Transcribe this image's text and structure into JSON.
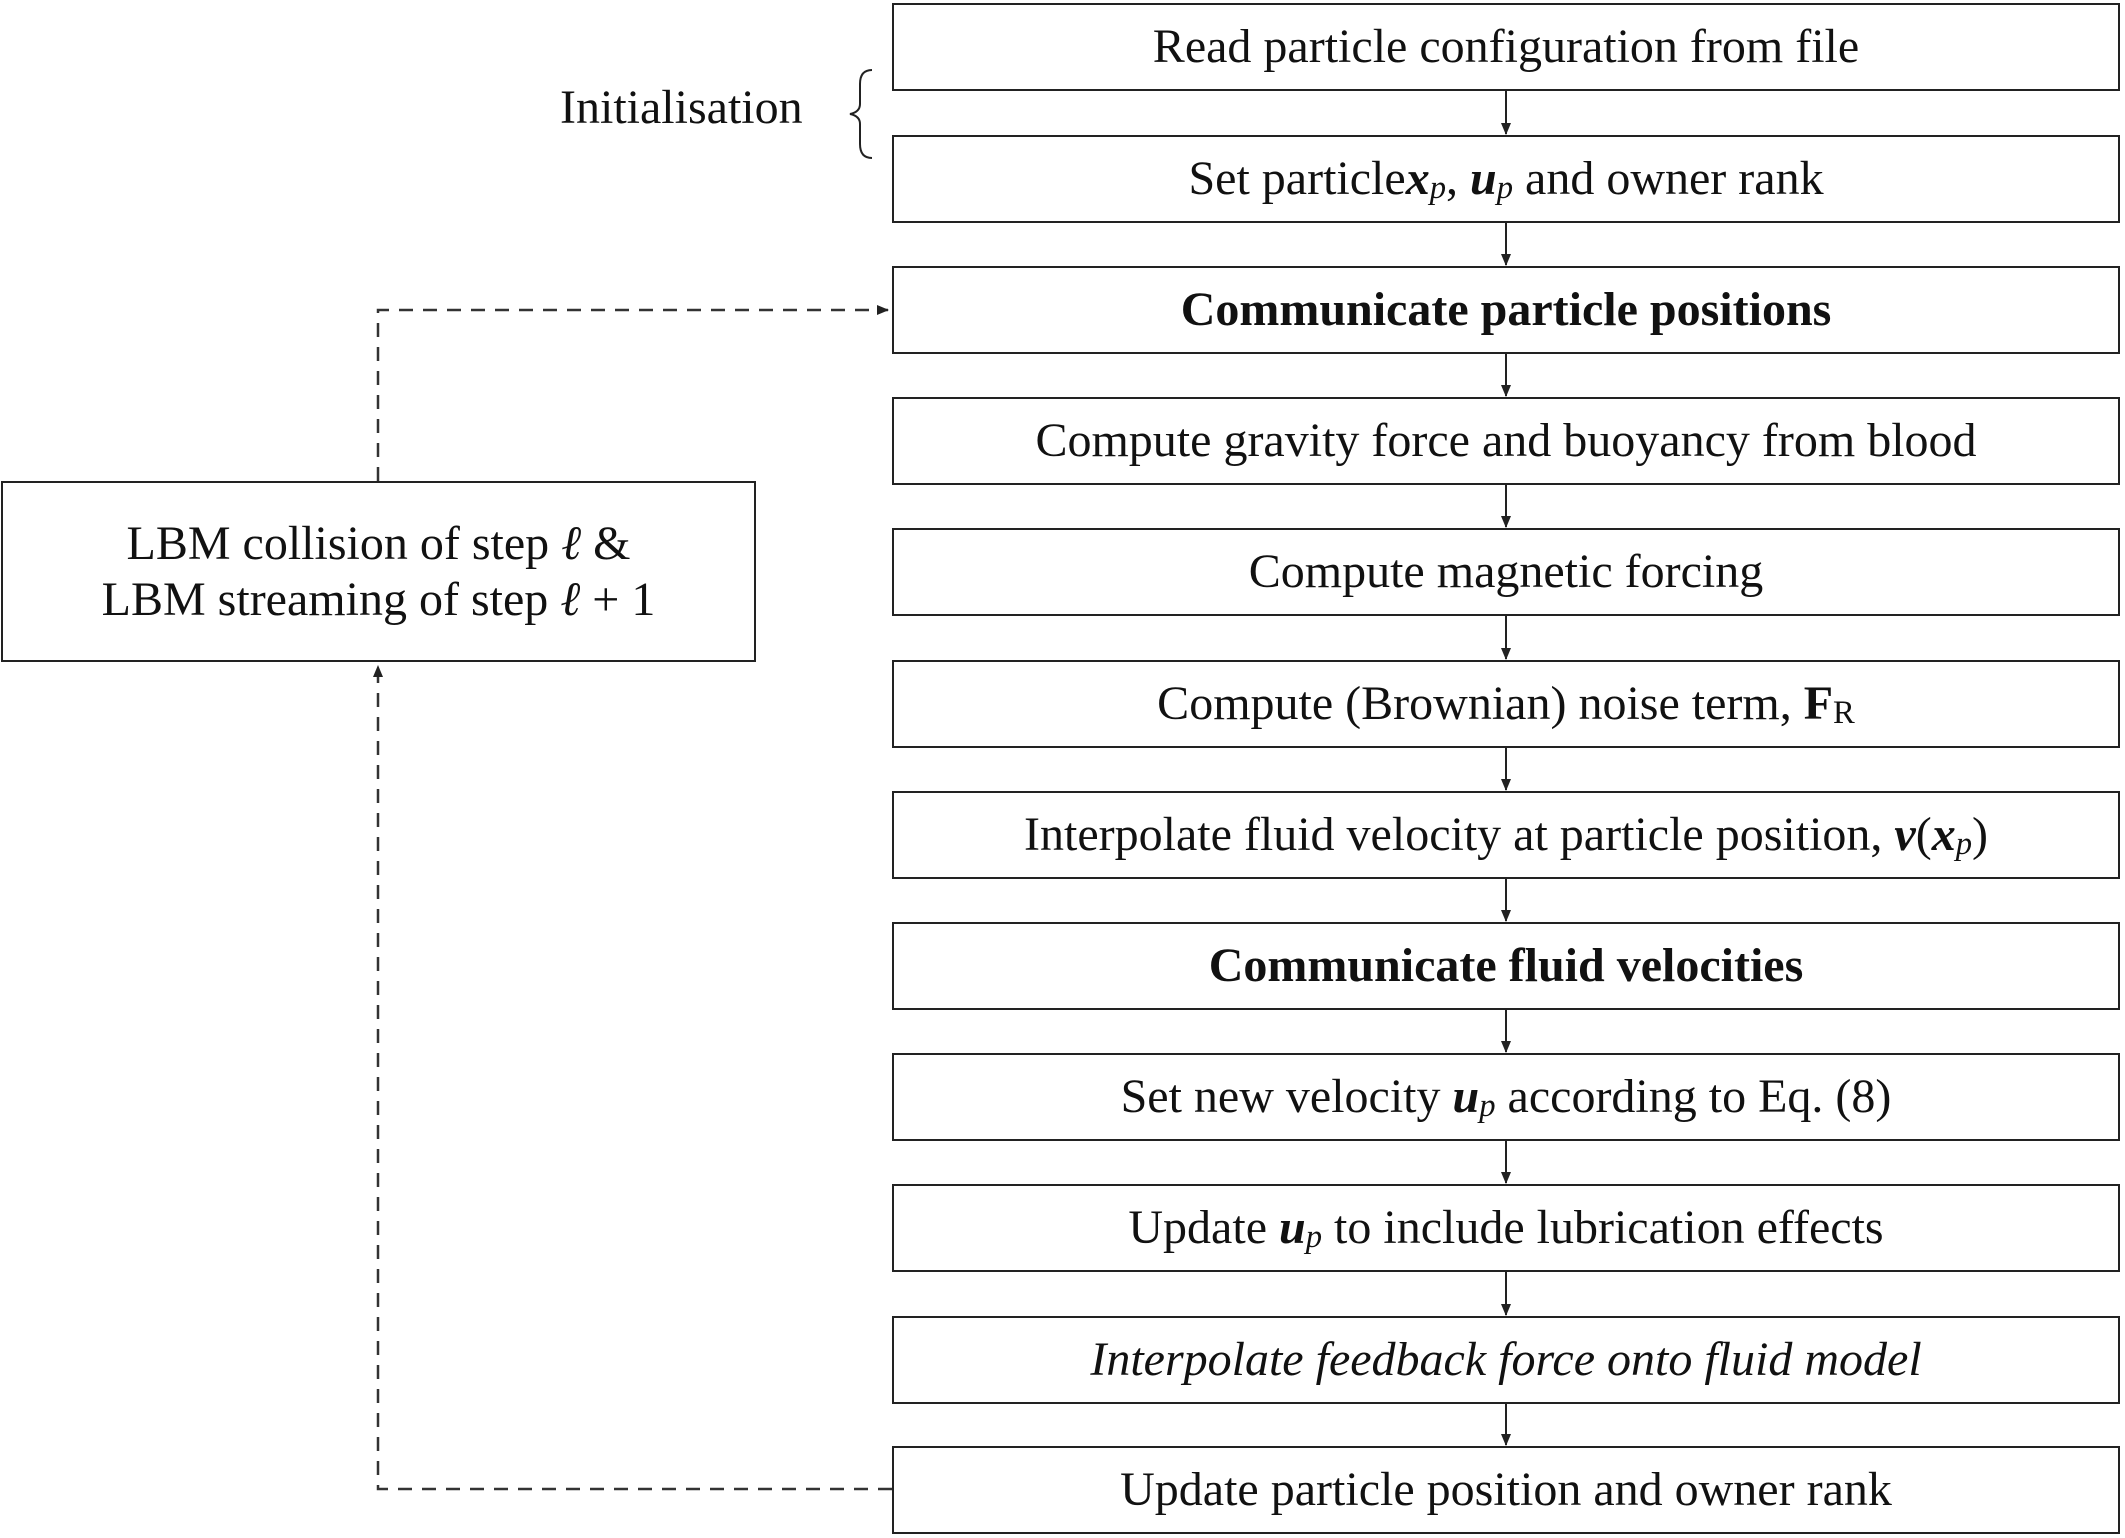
{
  "initialisation": {
    "label": "Initialisation"
  },
  "steps": [
    {
      "id": "read-config",
      "text": "Read particle configuration from file"
    },
    {
      "id": "set-particle",
      "pre": "Set particle ",
      "v1": "x",
      "s1": "p",
      "mid": ", ",
      "v2": "u",
      "s2": "p",
      "post": " and owner rank"
    },
    {
      "id": "comm-positions",
      "text": "Communicate particle positions",
      "style": "bold"
    },
    {
      "id": "gravity",
      "text": "Compute gravity force and buoyancy from blood"
    },
    {
      "id": "magnetic",
      "text": "Compute magnetic forcing"
    },
    {
      "id": "noise",
      "pre": "Compute (Brownian) noise term, ",
      "sym": "F",
      "sub": "R"
    },
    {
      "id": "interp-vel",
      "pre": "Interpolate fluid velocity at particle position, ",
      "fn": "v",
      "arg": "x",
      "argsub": "p"
    },
    {
      "id": "comm-velocities",
      "text": "Communicate fluid velocities",
      "style": "bold"
    },
    {
      "id": "set-velocity",
      "pre": "Set new velocity ",
      "v": "u",
      "s": "p",
      "post": " according to Eq. (8)"
    },
    {
      "id": "lubrication",
      "pre": "Update ",
      "v": "u",
      "s": "p",
      "post": " to include lubrication effects"
    },
    {
      "id": "feedback",
      "text": "Interpolate feedback force onto fluid model",
      "style": "italic"
    },
    {
      "id": "update-position",
      "text": "Update particle position and owner rank"
    }
  ],
  "lbm": {
    "line1_pre": "LBM collision of step ",
    "line1_sym": "ℓ",
    "line1_post": " &",
    "line2_pre": "LBM streaming of step ",
    "line2_sym": "ℓ",
    "line2_post": " + 1"
  }
}
